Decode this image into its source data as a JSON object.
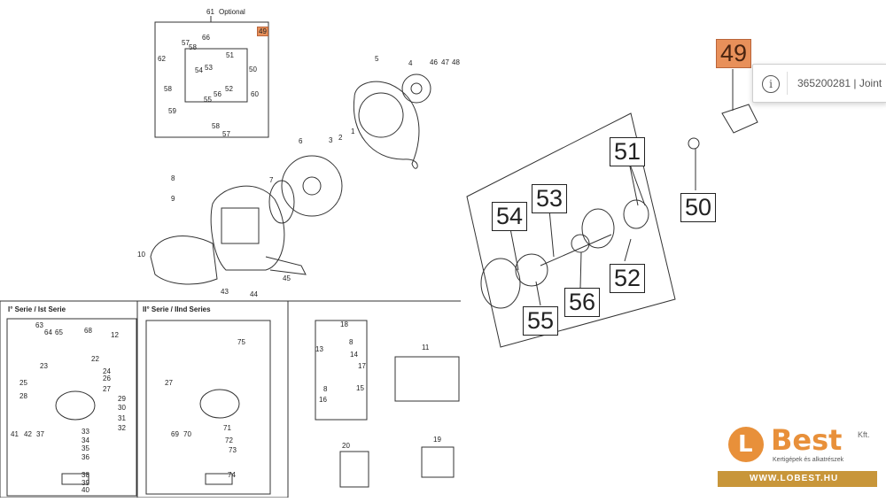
{
  "optional_box": {
    "label_num": "61",
    "label_text": "Optional"
  },
  "highlight_49_small": "49",
  "detail_callouts": {
    "c49": "49",
    "c50": "50",
    "c51": "51",
    "c52": "52",
    "c53": "53",
    "c54": "54",
    "c55": "55",
    "c56": "56"
  },
  "tooltip": {
    "icon": "info-icon",
    "text": "365200281 | Joint"
  },
  "series1": {
    "title": "I° Serie / Ist Serie"
  },
  "series2": {
    "title": "II° Serie / IInd Series"
  },
  "logo": {
    "brand": "Best",
    "suffix": "Kft.",
    "tagline": "Kertigépek és alkatrészek",
    "url": "WWW.LOBEST.HU",
    "accent": "#e8903a",
    "bar": "#c8963a"
  },
  "small_labels": {
    "top": [
      "66",
      "57",
      "58",
      "62",
      "58",
      "53",
      "51",
      "54",
      "52",
      "56",
      "55",
      "59",
      "60",
      "50",
      "58",
      "57",
      "5",
      "4",
      "46",
      "47",
      "48",
      "3",
      "2",
      "1",
      "6",
      "8",
      "9",
      "7",
      "10",
      "43",
      "44",
      "45"
    ],
    "series1": [
      "63",
      "64",
      "65",
      "68",
      "12",
      "22",
      "23",
      "24",
      "25",
      "26",
      "27",
      "28",
      "29",
      "30",
      "31",
      "32",
      "41",
      "42",
      "37",
      "33",
      "34",
      "35",
      "36",
      "38",
      "39",
      "40"
    ],
    "series2": [
      "75",
      "27",
      "71",
      "72",
      "73",
      "74",
      "69",
      "70"
    ],
    "bottom": [
      "18",
      "13",
      "8",
      "14",
      "17",
      "8",
      "15",
      "16",
      "11",
      "20",
      "19"
    ]
  }
}
